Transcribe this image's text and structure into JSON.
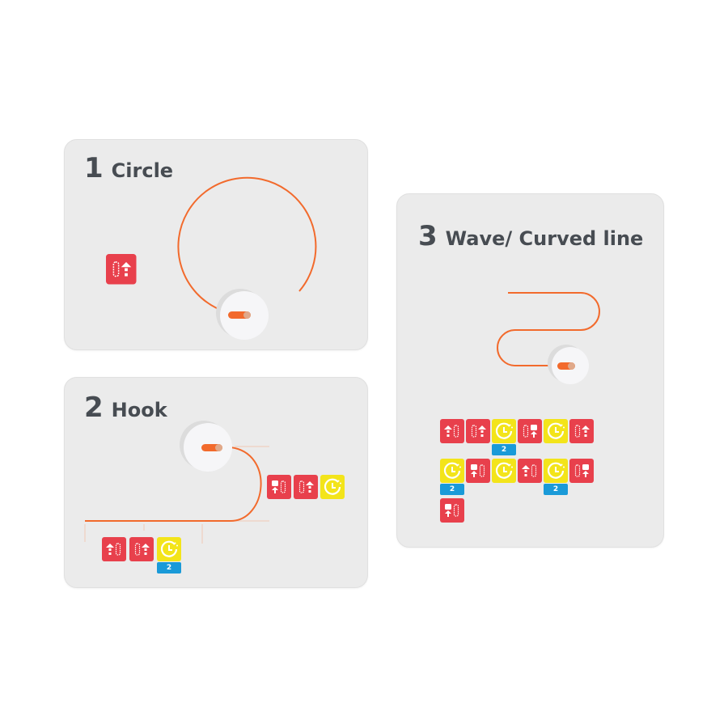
{
  "colors": {
    "panel": "#ebebeb",
    "path": "#f26a2c",
    "red_block": "#e8404c",
    "yellow_block": "#f3e41a",
    "badge": "#1a9ad8",
    "title": "#474c52"
  },
  "cards": [
    {
      "number": "1",
      "title": "Circle",
      "blocks": [
        [
          {
            "kind": "forward-right"
          }
        ]
      ]
    },
    {
      "number": "2",
      "title": "Hook",
      "blocks": [
        [
          {
            "kind": "turn-left"
          },
          {
            "kind": "forward-right"
          },
          {
            "kind": "timer"
          }
        ],
        [
          {
            "kind": "forward-left"
          },
          {
            "kind": "forward-right"
          },
          {
            "kind": "timer",
            "badge": "2"
          }
        ]
      ]
    },
    {
      "number": "3",
      "title": "Wave/ Curved line",
      "blocks": [
        [
          {
            "kind": "forward-left"
          },
          {
            "kind": "forward-right"
          },
          {
            "kind": "timer",
            "badge": "2"
          },
          {
            "kind": "turn-right"
          },
          {
            "kind": "timer"
          },
          {
            "kind": "forward-right"
          }
        ],
        [
          {
            "kind": "timer",
            "badge": "2"
          },
          {
            "kind": "turn-left"
          },
          {
            "kind": "timer"
          },
          {
            "kind": "forward-left"
          },
          {
            "kind": "timer",
            "badge": "2"
          },
          {
            "kind": "turn-right"
          }
        ],
        [
          {
            "kind": "turn-left"
          }
        ]
      ]
    }
  ]
}
